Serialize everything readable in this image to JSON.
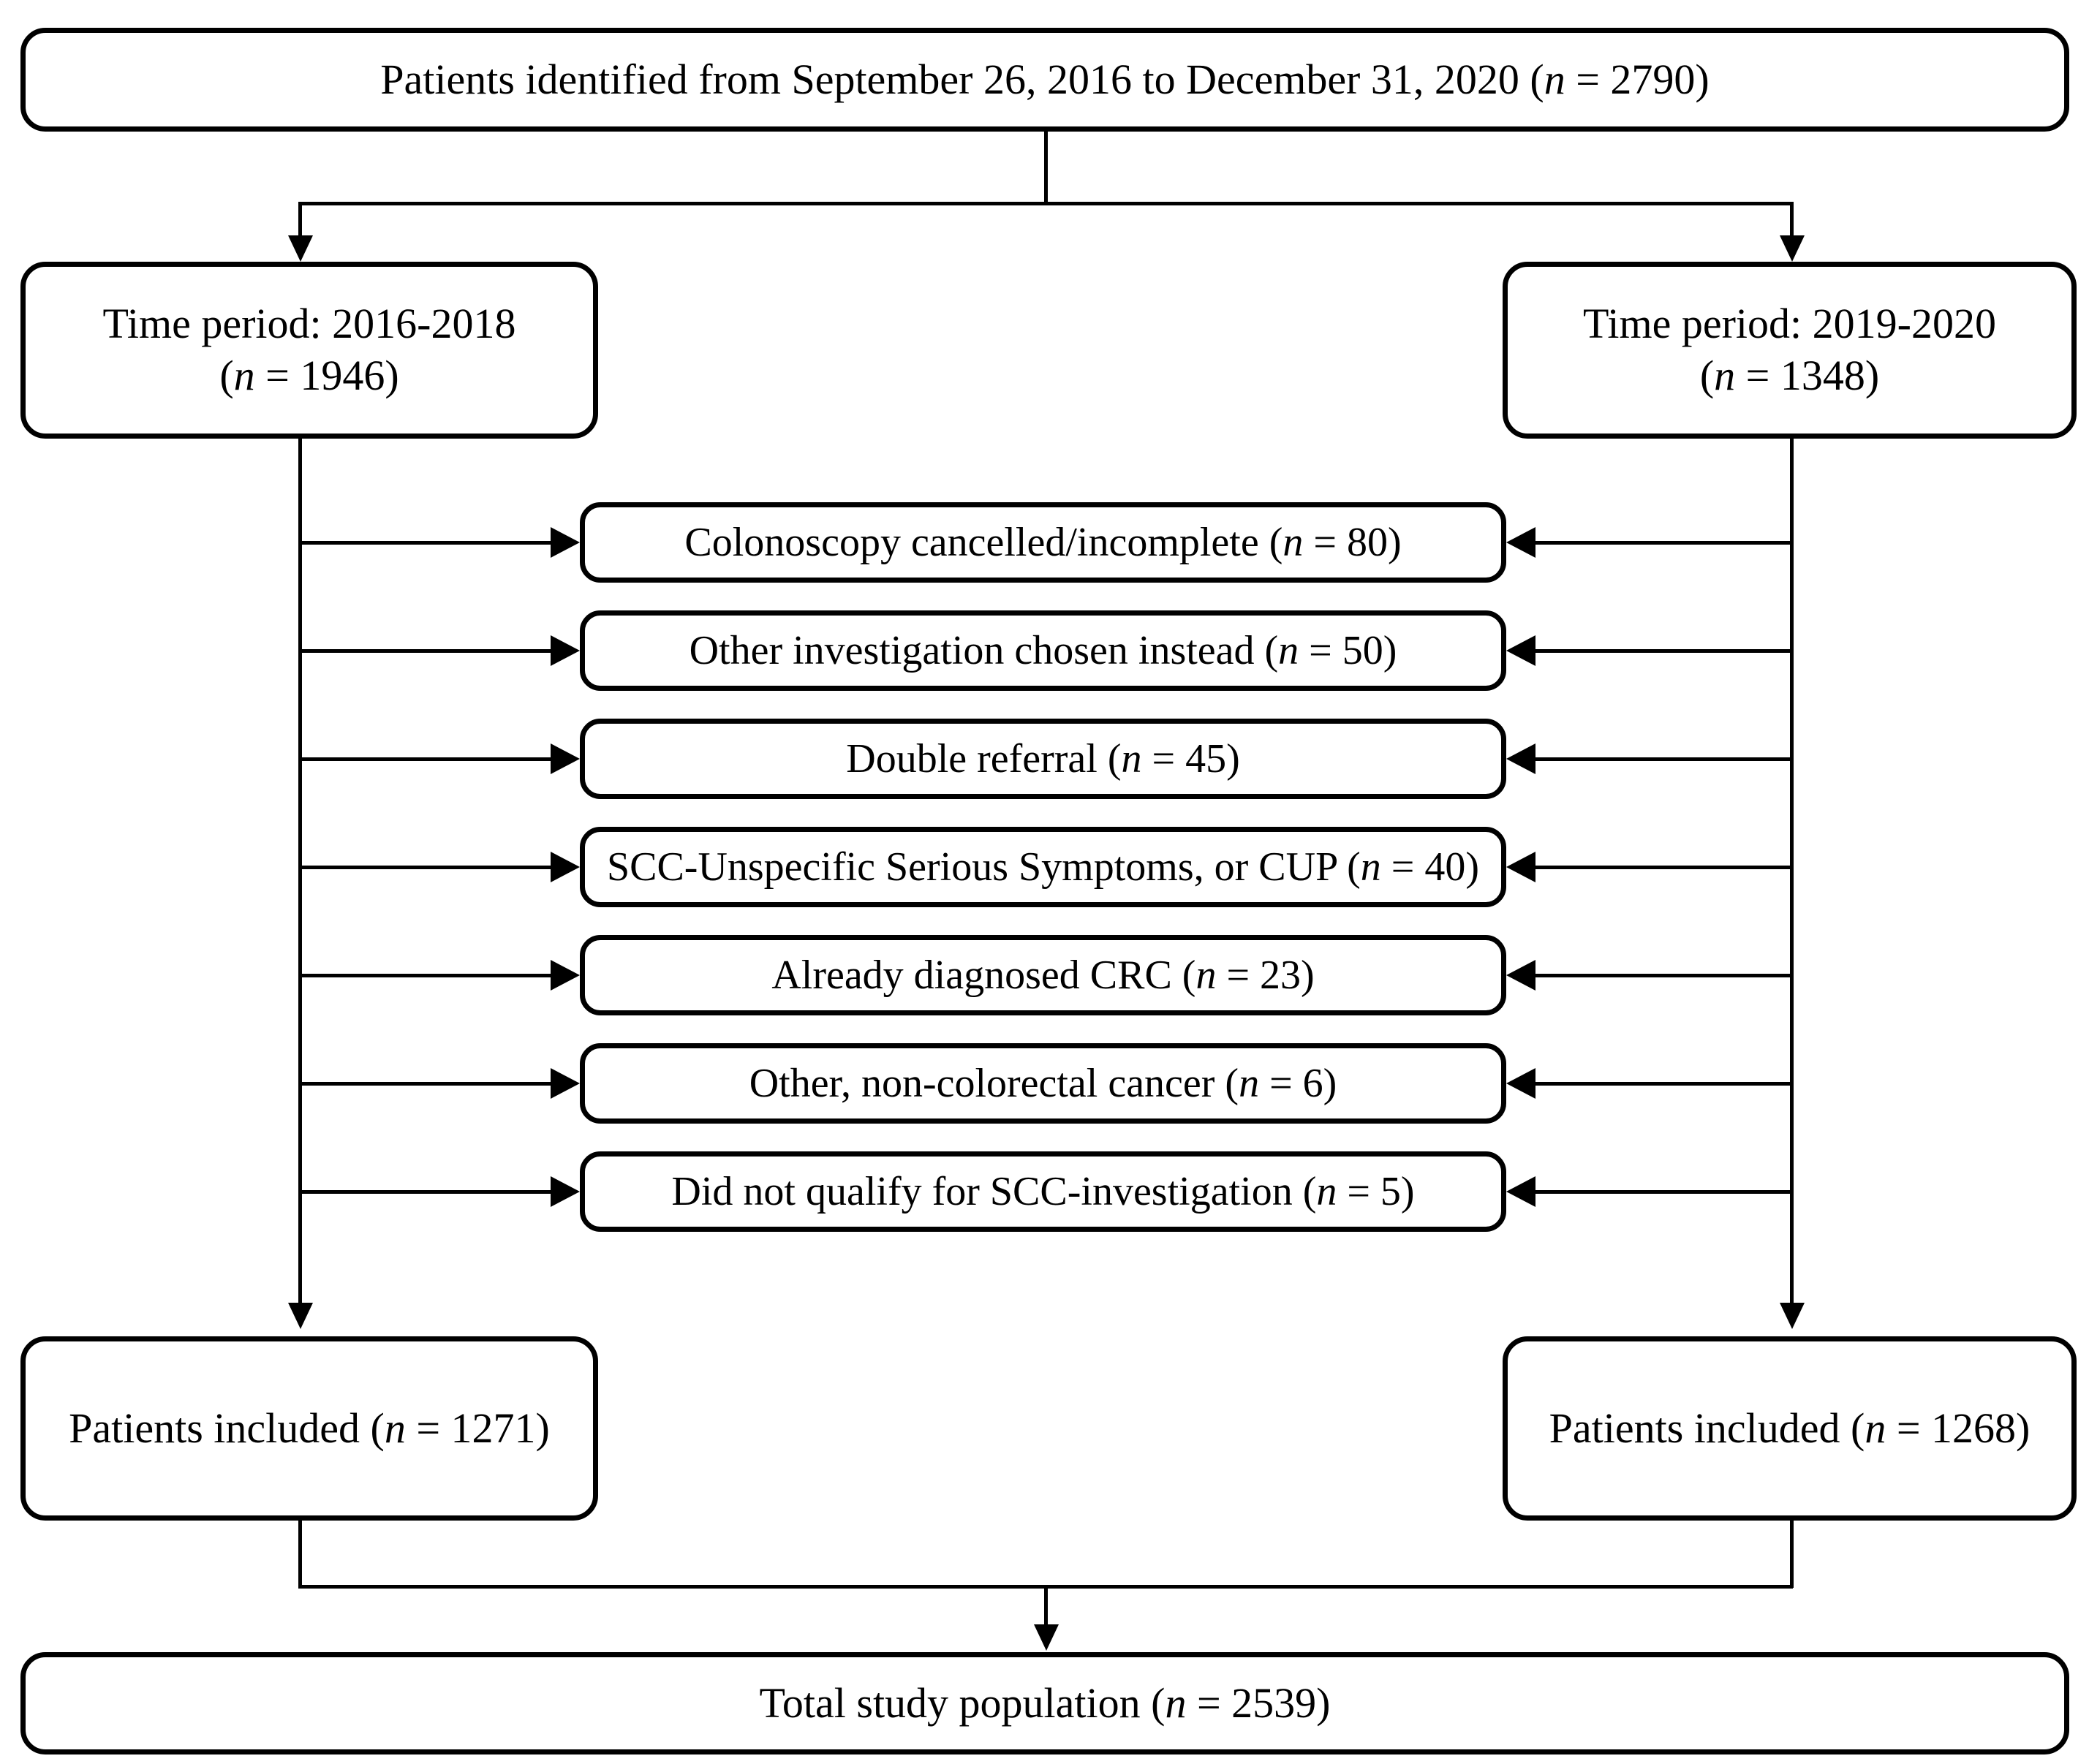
{
  "diagram": {
    "type": "study-flow-diagram",
    "title_text": "Patients identified from September 26, 2016 to December 31, 2020 (n = 2790)",
    "nodes": {
      "identified": {
        "label": "Patients identified from September 26, 2016 to December 31, 2020 (n = 2790)",
        "pre": "Patients identified from September 26, 2016 to December 31, 2020 (",
        "italic": "n",
        "post": " = 2790)",
        "n": 2790
      },
      "period_left": {
        "line1": "Time period: 2016-2018",
        "pre": "(",
        "italic": "n",
        "post": " = 1946)",
        "period": "2016-2018",
        "n": 1946
      },
      "period_right": {
        "line1": "Time period: 2019-2020",
        "pre": "(",
        "italic": "n",
        "post": " = 1348)",
        "period": "2019-2020",
        "n": 1348
      },
      "included_left": {
        "pre": "Patients included (",
        "italic": "n",
        "post": " = 1271)",
        "n": 1271
      },
      "included_right": {
        "pre": "Patients included (",
        "italic": "n",
        "post": " = 1268)",
        "n": 1268
      },
      "total": {
        "pre": "Total study population (",
        "italic": "n",
        "post": " = 2539)",
        "n": 2539
      }
    },
    "exclusions": [
      {
        "pre": "Colonoscopy cancelled/incomplete (",
        "italic": "n",
        "post": " = 80)",
        "reason": "Colonoscopy cancelled/incomplete",
        "n": 80
      },
      {
        "pre": "Other investigation chosen instead (",
        "italic": "n",
        "post": " = 50)",
        "reason": "Other investigation chosen instead",
        "n": 50
      },
      {
        "pre": "Double referral (",
        "italic": "n",
        "post": " = 45)",
        "reason": "Double referral",
        "n": 45
      },
      {
        "pre": "SCC-Unspecific Serious Symptoms, or CUP (",
        "italic": "n",
        "post": " = 40)",
        "reason": "SCC-Unspecific Serious Symptoms, or CUP",
        "n": 40
      },
      {
        "pre": "Already diagnosed CRC (",
        "italic": "n",
        "post": " = 23)",
        "reason": "Already diagnosed CRC",
        "n": 23
      },
      {
        "pre": "Other, non-colorectal cancer (",
        "italic": "n",
        "post": " = 6)",
        "reason": "Other, non-colorectal cancer",
        "n": 6
      },
      {
        "pre": "Did not qualify for SCC-investigation (",
        "italic": "n",
        "post": " = 5)",
        "reason": "Did not qualify for SCC-investigation",
        "n": 5
      }
    ],
    "colors": {
      "stroke": "#000000",
      "fill": "#ffffff",
      "text": "#000000"
    }
  }
}
